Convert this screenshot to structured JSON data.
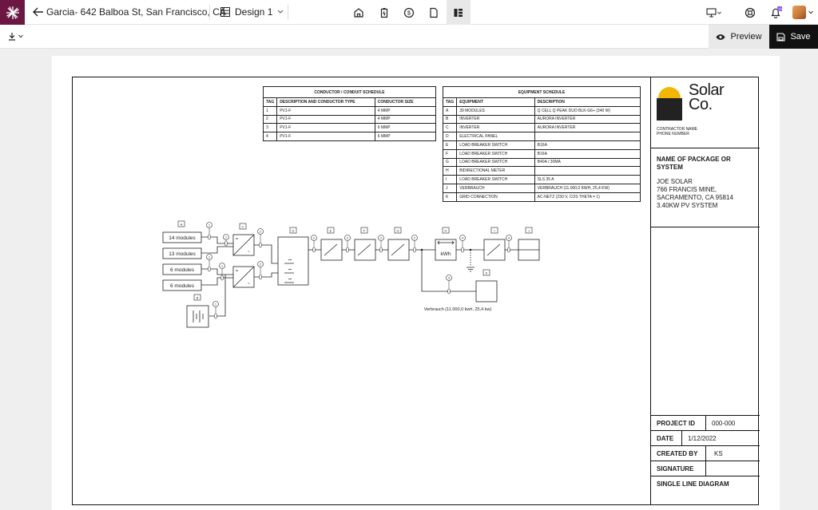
{
  "header": {
    "project_title": "Garcia- 642 Balboa St, San Francisco, CA",
    "design_label": "Design 1",
    "notification_count": "12"
  },
  "toolbar": {
    "preview_label": "Preview",
    "save_label": "Save"
  },
  "conductor_schedule": {
    "title": "CONDUCTOR / CONDUIT SCHEDULE",
    "headers": [
      "TAG",
      "DESCRIPTION AND CONDUCTOR TYPE",
      "CONDUCTOR SIZE"
    ],
    "rows": [
      [
        "1",
        "PV1-F",
        "4 MMP"
      ],
      [
        "2",
        "PV1-F",
        "4 MMP"
      ],
      [
        "3",
        "PV1-F",
        "6 MMP"
      ],
      [
        "4",
        "PV1-F",
        "6 MMP"
      ]
    ]
  },
  "equipment_schedule": {
    "title": "EQUIPMENT SCHEDULE",
    "headers": [
      "TAG",
      "EQUIPMENT",
      "DESCRIPTION"
    ],
    "rows": [
      [
        "A",
        "39 MODULES",
        "Q CELL Q PEAK DUO BLK-G6+ (340 W)"
      ],
      [
        "B",
        "INVERTER",
        "AURORA INVERTER"
      ],
      [
        "C",
        "INVERTER",
        "AURORA INVERTER"
      ],
      [
        "D",
        "ELECTRICAL PANEL",
        ""
      ],
      [
        "E",
        "LOAD BREAKER SWITCH",
        "B16A"
      ],
      [
        "F",
        "LOAD BREAKER SWITCH",
        "B16A"
      ],
      [
        "G",
        "LOAD BREAKER SWITCH",
        "B40A / 30MA"
      ],
      [
        "H",
        "BIDIRECTIONAL METER",
        ""
      ],
      [
        "I",
        "LOAD BREAKER SWITCH",
        "SLS 35 A"
      ],
      [
        "J",
        "VERBRAUCH",
        "VERBRAUCH (11.000,0 KWH, 25,4 KW)"
      ],
      [
        "K",
        "GRID CONNECTION",
        "AC-NETZ (230 V, COS THETA = 1)"
      ]
    ]
  },
  "title_block": {
    "brand_line1": "Solar",
    "brand_line2": "Co.",
    "contractor_name": "CONTRACTOR NAME",
    "phone_number": "PHONE NUMBER",
    "package_name": "NAME OF PACKAGE OR SYSTEM",
    "customer_name": "JOE SOLAR",
    "street": "766 FRANCIS MINE,",
    "city": "SACRAMENTO, CA 95814",
    "system": "3.40KW PV SYSTEM",
    "project_id_label": "PROJECT ID",
    "project_id": "000-000",
    "date_label": "DATE",
    "date": "1/12/2022",
    "created_by_label": "CREATED BY",
    "created_by": "KS",
    "signature_label": "SIGNATURE",
    "drawing_title": "SINGLE LINE DIAGRAM"
  },
  "diagram": {
    "modules": [
      "14 modules",
      "13 modules",
      "6 modules",
      "6 modules"
    ],
    "tags": [
      "A",
      "B",
      "C",
      "D",
      "E",
      "F",
      "G",
      "H",
      "I",
      "J",
      "K"
    ],
    "meter_label": "kWh",
    "consumption_label": "Verbrauch (11.000,0 kwh, 25,4 kw)"
  },
  "icons": [
    "logo-icon",
    "back-arrow-icon",
    "grid-icon",
    "chevron-down-icon",
    "home-icon",
    "battery-icon",
    "dollar-icon",
    "document-icon",
    "diagram-icon",
    "monitor-icon",
    "help-icon",
    "bell-icon",
    "avatar",
    "download-icon",
    "eye-icon",
    "save-icon"
  ]
}
